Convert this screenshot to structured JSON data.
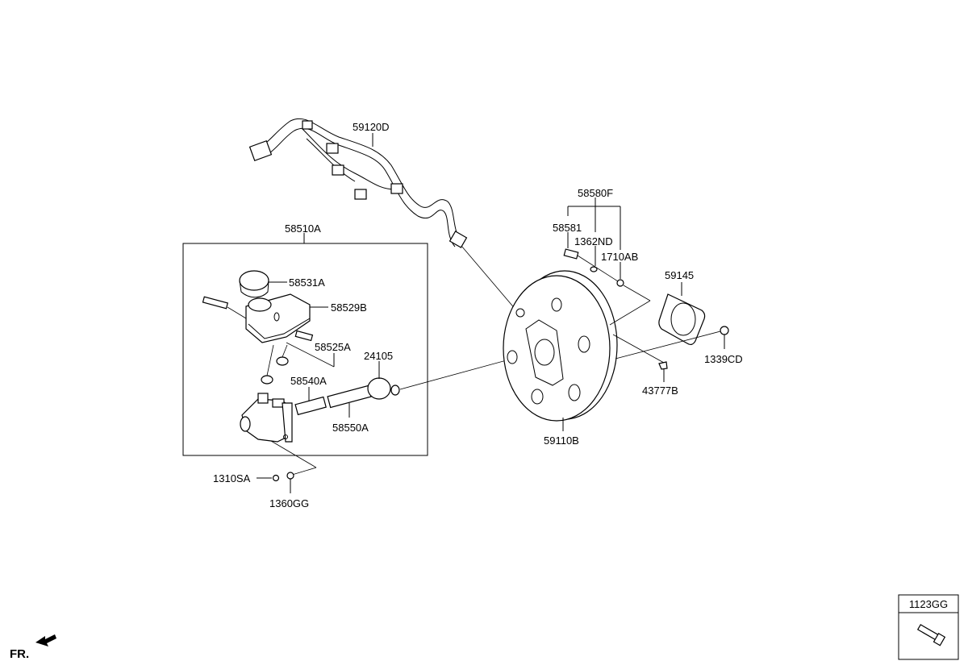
{
  "diagram": {
    "parts": {
      "hose": "59120D",
      "master_cylinder_assy": "58510A",
      "reservoir_cap": "58531A",
      "reservoir": "58529B",
      "reservoir_pin": "58525A",
      "o_ring": "24105",
      "piston_primary": "58540A",
      "piston_secondary": "58550A",
      "nut": "1310SA",
      "washer": "1360GG",
      "clevis_kit": "58580F",
      "clevis_pin": "58581",
      "snap_pin": "1362ND",
      "clip": "1710AB",
      "gasket": "59145",
      "gasket_nut": "1339CD",
      "clamp": "43777B",
      "booster": "59110B"
    },
    "legend_box": {
      "part": "1123GG"
    },
    "orientation_label": "FR."
  }
}
